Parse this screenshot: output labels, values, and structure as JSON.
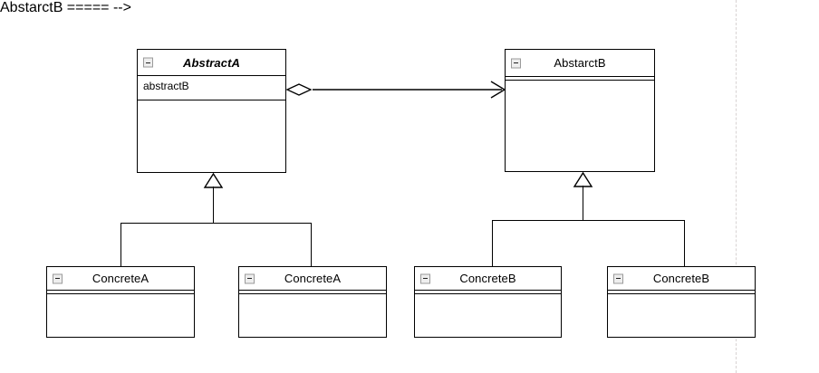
{
  "diagram": {
    "type": "uml-class-diagram",
    "background_color": "#ffffff",
    "line_color": "#000000",
    "page_break_color": "#d8d3d3",
    "classes": [
      {
        "id": "abstract-a",
        "name": "AbstractA",
        "abstract": true,
        "collapse_icon": "minus-icon",
        "attributes": [
          "abstractB"
        ],
        "operations": []
      },
      {
        "id": "abstract-b",
        "name": "AbstarctB",
        "abstract": false,
        "collapse_icon": "minus-icon",
        "attributes": [],
        "operations": []
      },
      {
        "id": "concrete-a-1",
        "name": "ConcreteA",
        "abstract": false,
        "collapse_icon": "minus-icon",
        "attributes": [],
        "operations": []
      },
      {
        "id": "concrete-a-2",
        "name": "ConcreteA",
        "abstract": false,
        "collapse_icon": "minus-icon",
        "attributes": [],
        "operations": []
      },
      {
        "id": "concrete-b-1",
        "name": "ConcreteB",
        "abstract": false,
        "collapse_icon": "minus-icon",
        "attributes": [],
        "operations": []
      },
      {
        "id": "concrete-b-2",
        "name": "ConcreteB",
        "abstract": false,
        "collapse_icon": "minus-icon",
        "attributes": [],
        "operations": []
      }
    ],
    "relationships": [
      {
        "id": "aggregation-a-to-b",
        "kind": "aggregation",
        "source": "AbstractA",
        "target": "AbstarctB",
        "source_decoration": "hollow-diamond",
        "target_decoration": "open-arrow"
      },
      {
        "id": "generalization-concrete-a-1",
        "kind": "generalization",
        "source": "ConcreteA",
        "target": "AbstractA",
        "target_decoration": "hollow-triangle"
      },
      {
        "id": "generalization-concrete-a-2",
        "kind": "generalization",
        "source": "ConcreteA",
        "target": "AbstractA",
        "target_decoration": "hollow-triangle"
      },
      {
        "id": "generalization-concrete-b-1",
        "kind": "generalization",
        "source": "ConcreteB",
        "target": "AbstarctB",
        "target_decoration": "hollow-triangle"
      },
      {
        "id": "generalization-concrete-b-2",
        "kind": "generalization",
        "source": "ConcreteB",
        "target": "AbstarctB",
        "target_decoration": "hollow-triangle"
      }
    ]
  }
}
